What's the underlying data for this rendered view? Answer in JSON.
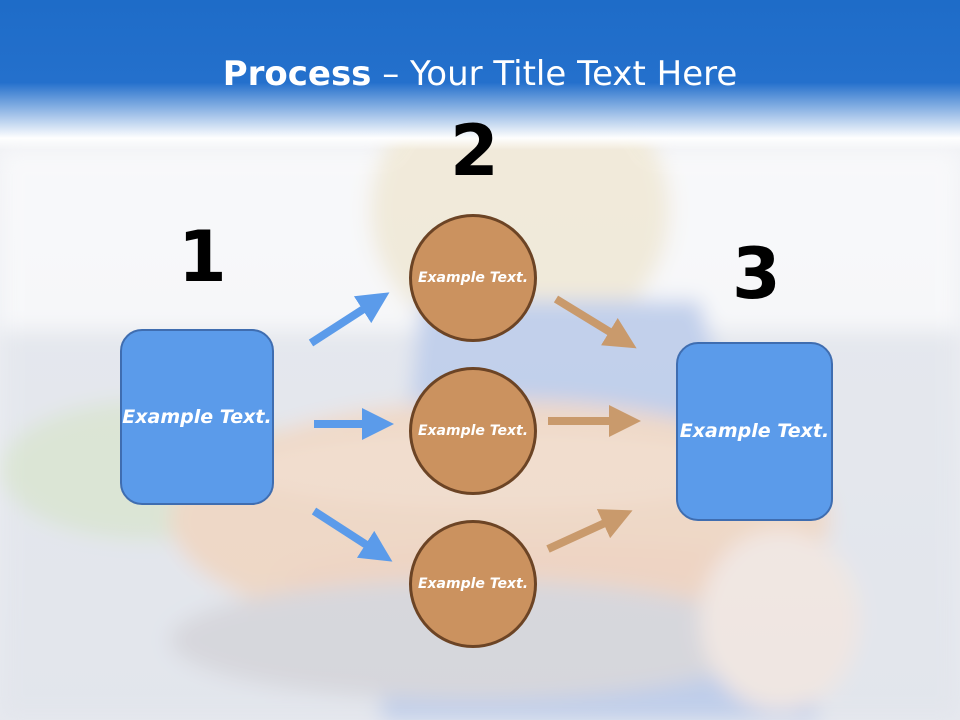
{
  "slide": {
    "title_bold": "Process",
    "title_rest": " – Your Title Text Here",
    "step1_number": "1",
    "step2_number": "2",
    "step3_number": "3",
    "left_box_text": "Example Text.",
    "right_box_text": "Example Text.",
    "circles": [
      {
        "text": "Example Text."
      },
      {
        "text": "Example Text."
      },
      {
        "text": "Example Text."
      }
    ]
  },
  "colors": {
    "header_blue": "#1e6cc8",
    "box_blue": "#5b9bea",
    "circle_brown": "#cb925f",
    "arrow_blue": "#5b9bea",
    "arrow_brown": "#c99a6c"
  }
}
